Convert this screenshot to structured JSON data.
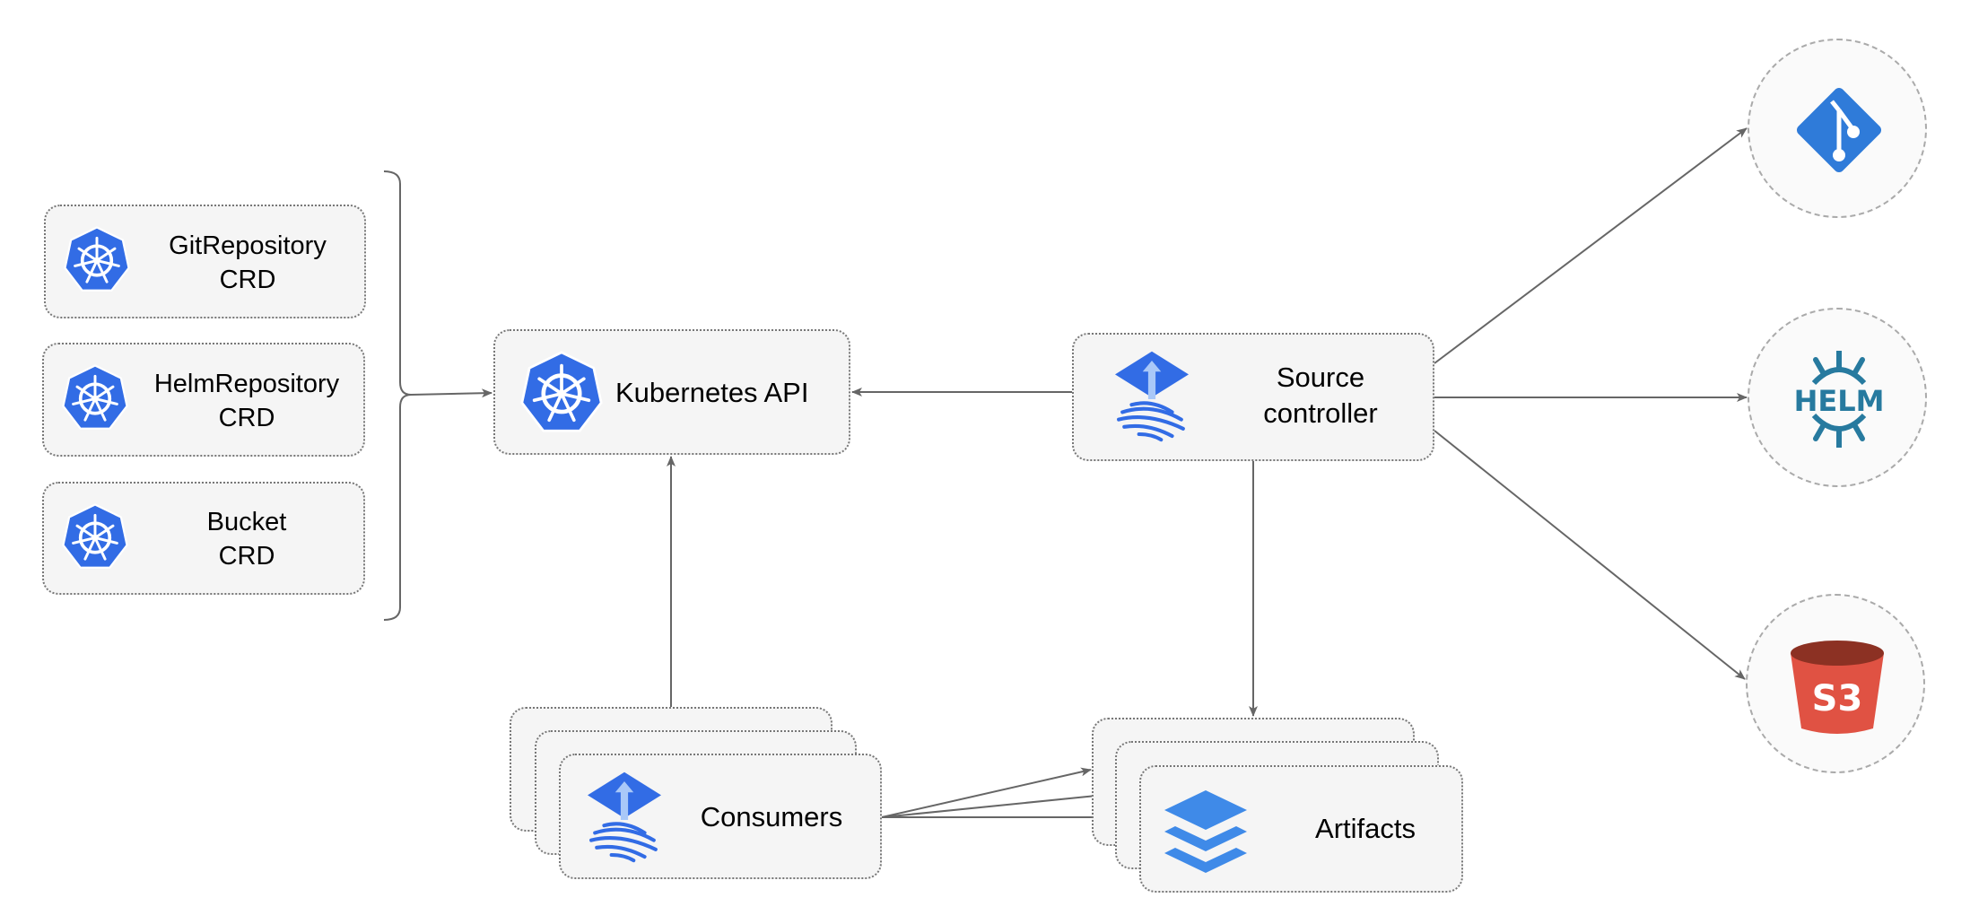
{
  "crds": [
    {
      "line1": "GitRepository",
      "line2": "CRD"
    },
    {
      "line1": "HelmRepository",
      "line2": "CRD"
    },
    {
      "line1": "Bucket",
      "line2": "CRD"
    }
  ],
  "kubernetes_api": {
    "label": "Kubernetes API",
    "icon": "kubernetes-icon"
  },
  "source_controller": {
    "line1": "Source",
    "line2": "controller",
    "icon": "flux-icon"
  },
  "consumers": {
    "label": "Consumers",
    "icon": "flux-icon"
  },
  "artifacts": {
    "label": "Artifacts",
    "icon": "layers-icon"
  },
  "sources": [
    {
      "name": "git",
      "icon": "git-icon"
    },
    {
      "name": "helm",
      "icon": "helm-icon",
      "logo_text": "HELM"
    },
    {
      "name": "s3",
      "icon": "s3-bucket-icon",
      "logo_text": "S3"
    }
  ],
  "colors": {
    "kubernetes": "#326ce5",
    "flux": "#326ce5",
    "git": "#2f7bd9",
    "helm": "#277a9f",
    "s3": "#e05243",
    "s3_dark": "#8c3123",
    "arrow": "#666666"
  }
}
